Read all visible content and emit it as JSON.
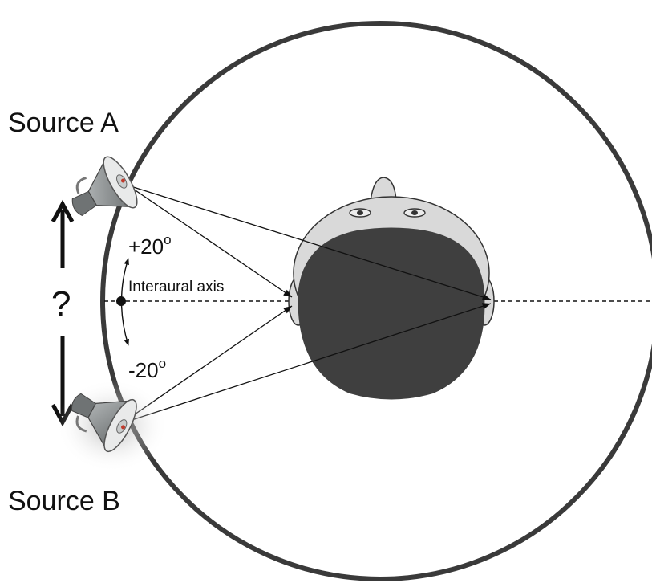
{
  "labels": {
    "source_a": "Source A",
    "source_b": "Source B",
    "question": "?",
    "angle_up": "+20",
    "angle_down": "-20",
    "degree_mark": "o",
    "axis_label": "Interaural axis"
  },
  "colors": {
    "head_skin": "#d9d9d9",
    "hair": "#3f3f3f",
    "outline": "#333333",
    "speaker": "#8c8f90"
  }
}
